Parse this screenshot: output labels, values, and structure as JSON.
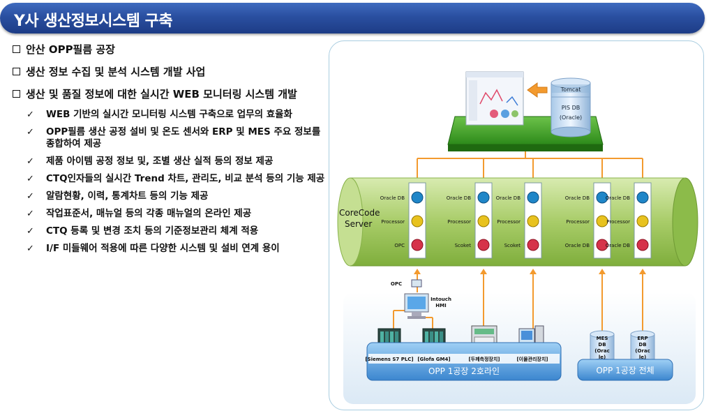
{
  "header": {
    "title": "Y사 생산정보시스템 구축"
  },
  "bullets": [
    "안산 OPP필름 공장",
    "생산 정보 수집 및 분석 시스템 개발 사업",
    "생산 및 품질 정보에 대한 실시간 WEB 모니터링 시스템 개발"
  ],
  "checks": [
    "WEB 기반의 실시간 모니터링 시스템 구축으로 업무의 효율화",
    "OPP필름 생산 공정 설비 및 온도 센서와 ERP 및 MES 주요 정보를 종합하여 제공",
    "제품 아이템 공정 정보 및, 조별 생산 실적 등의 정보 제공",
    "CTQ인자들의 실시간 Trend 차트, 관리도, 비교 분석 등의 기능 제공",
    "알람현황, 이력, 통계차트 등의 기능 제공",
    "작업표준서, 매뉴얼 등의 각종 매뉴얼의 온라인 제공",
    "CTQ 등록 및 변경 조치 등의 기준정보관리 체계 적용",
    "I/F 미들웨어 적용에 따른 다양한 시스템 및 설비 연계 용이"
  ],
  "diagram": {
    "server": {
      "tomcat": "Tomcat",
      "db_line1": "PIS DB",
      "db_line2": "(Oracle)"
    },
    "corecode": {
      "line1": "CoreCode",
      "line2": "Server"
    },
    "modules": [
      {
        "r1": "Oracle DB",
        "r2": "Processor",
        "r3": "OPC"
      },
      {
        "r1": "Oracle DB",
        "r2": "Processor",
        "r3": "Scoket"
      },
      {
        "r1": "Oracle DB",
        "r2": "Processor",
        "r3": "Scoket"
      },
      {
        "r1": "Oracle DB",
        "r2": "Processor",
        "r3": "Oracle DB"
      },
      {
        "r1": "Oracle DB",
        "r2": "Processor",
        "r3": "Oracle DB"
      }
    ],
    "opc_label": "OPC",
    "hmi_label1": "Intouch",
    "hmi_label2": "HMI",
    "devices": [
      "[Siemens S7 PLC]",
      "[Glofa GM4]",
      "[두께측정장치]",
      "[이물관리장치]"
    ],
    "line_label": "OPP 1공장 2호라인",
    "plant_label": "OPP 1공장 전체",
    "mes_db": [
      "MES",
      "DB",
      "(Orac",
      "le)"
    ],
    "erp_db": [
      "ERP",
      "DB",
      "(Orac",
      "le)"
    ]
  },
  "colors": {
    "title_bg": "#2a4fa0",
    "connector": "#f39a2e",
    "server_green": "#2f8a1c",
    "bus_green": "#b7d67a",
    "base_blue": "#5aa0dc"
  }
}
